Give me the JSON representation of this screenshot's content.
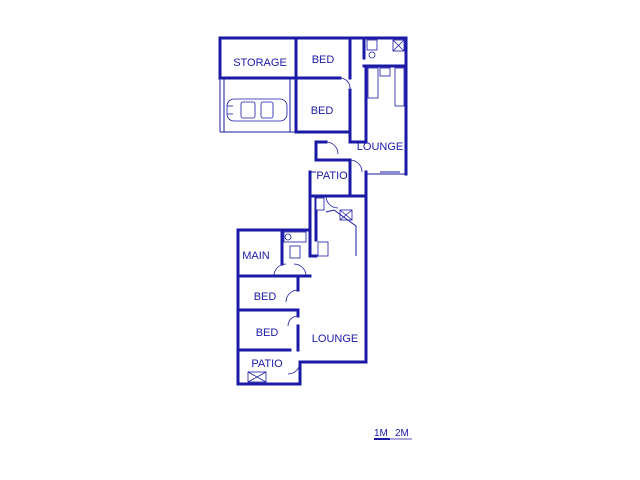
{
  "plan": {
    "rooms": {
      "storage": "STORAGE",
      "bed_top_1": "BED",
      "bed_top_2": "BED",
      "lounge_top": "LOUNGE",
      "patio_mid": "PATIO",
      "main": "MAIN",
      "bed_bottom_1": "BED",
      "bed_bottom_2": "BED",
      "lounge_bottom": "LOUNGE",
      "patio_bottom": "PATIO"
    },
    "scale_bar": {
      "label_1": "1M",
      "label_2": "2M"
    }
  },
  "colors": {
    "line": "#1a1aa6",
    "background": "#ffffff"
  }
}
